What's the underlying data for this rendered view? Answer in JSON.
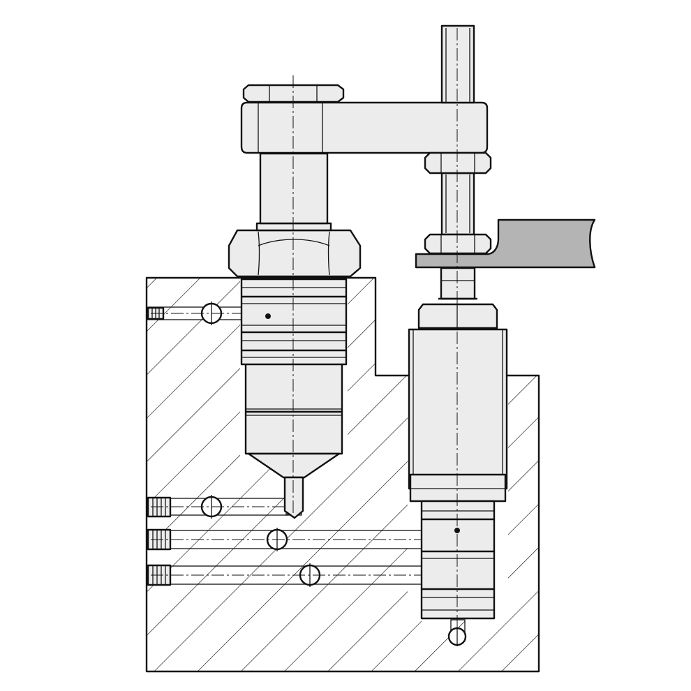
{
  "drawing": {
    "kind": "technical section drawing",
    "colors": {
      "background": "#ffffff",
      "line": "#111111",
      "part_fill": "#ececec",
      "workpiece_fill": "#b4b4b4",
      "section_fill": "#ffffff"
    },
    "icons": [
      "hydraulic-block-section",
      "swing-clamp-cylinder",
      "clamp-arm",
      "threaded-spindle",
      "hex-nut",
      "workpiece",
      "support-cylinder",
      "oil-port-plug"
    ]
  }
}
